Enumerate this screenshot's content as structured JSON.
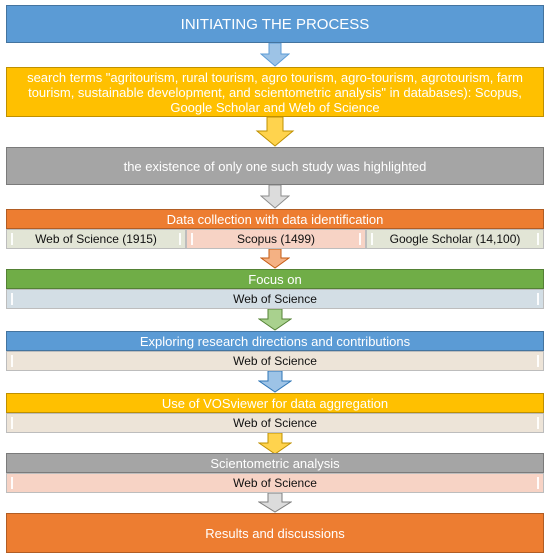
{
  "colors": {
    "blue": "#5b9bd5",
    "gold": "#ffc000",
    "gray": "#a5a5a5",
    "orange": "#ed7d31",
    "green": "#70ad47",
    "light_sage": "#e2e5d6",
    "light_salmon": "#f7d3c5",
    "light_blue_gray": "#d3dee5",
    "light_beige": "#ede4d8"
  },
  "steps": [
    {
      "title": "INITIATING THE PROCESS",
      "color": "blue"
    },
    {
      "title": "search terms \"agritourism, rural tourism, agro tourism, agro-tourism, agrotourism, farm tourism, sustainable development, and scientometric analysis\" in databases): Scopus, Google Scholar and Web of Science",
      "color": "gold"
    },
    {
      "title": "the existence of only one such study was highlighted",
      "color": "gray"
    },
    {
      "title": "Data collection with data identification",
      "color": "orange",
      "sources": [
        {
          "label": "Web of Science (1915)",
          "color": "light_sage"
        },
        {
          "label": "Scopus (1499)",
          "color": "light_salmon"
        },
        {
          "label": "Google Scholar (14,100)",
          "color": "light_sage"
        }
      ]
    },
    {
      "title": "Focus on",
      "color": "green",
      "sub": "Web of Science",
      "sub_color": "light_blue_gray"
    },
    {
      "title": "Exploring research directions and contributions",
      "color": "blue",
      "sub": "Web of Science",
      "sub_color": "light_beige"
    },
    {
      "title": "Use of VOSviewer for data aggregation",
      "color": "gold",
      "sub": "Web of Science",
      "sub_color": "light_beige"
    },
    {
      "title": "Scientometric analysis",
      "color": "gray",
      "sub": "Web of Science",
      "sub_color": "light_salmon"
    },
    {
      "title": "Results and discussions",
      "color": "orange"
    }
  ]
}
